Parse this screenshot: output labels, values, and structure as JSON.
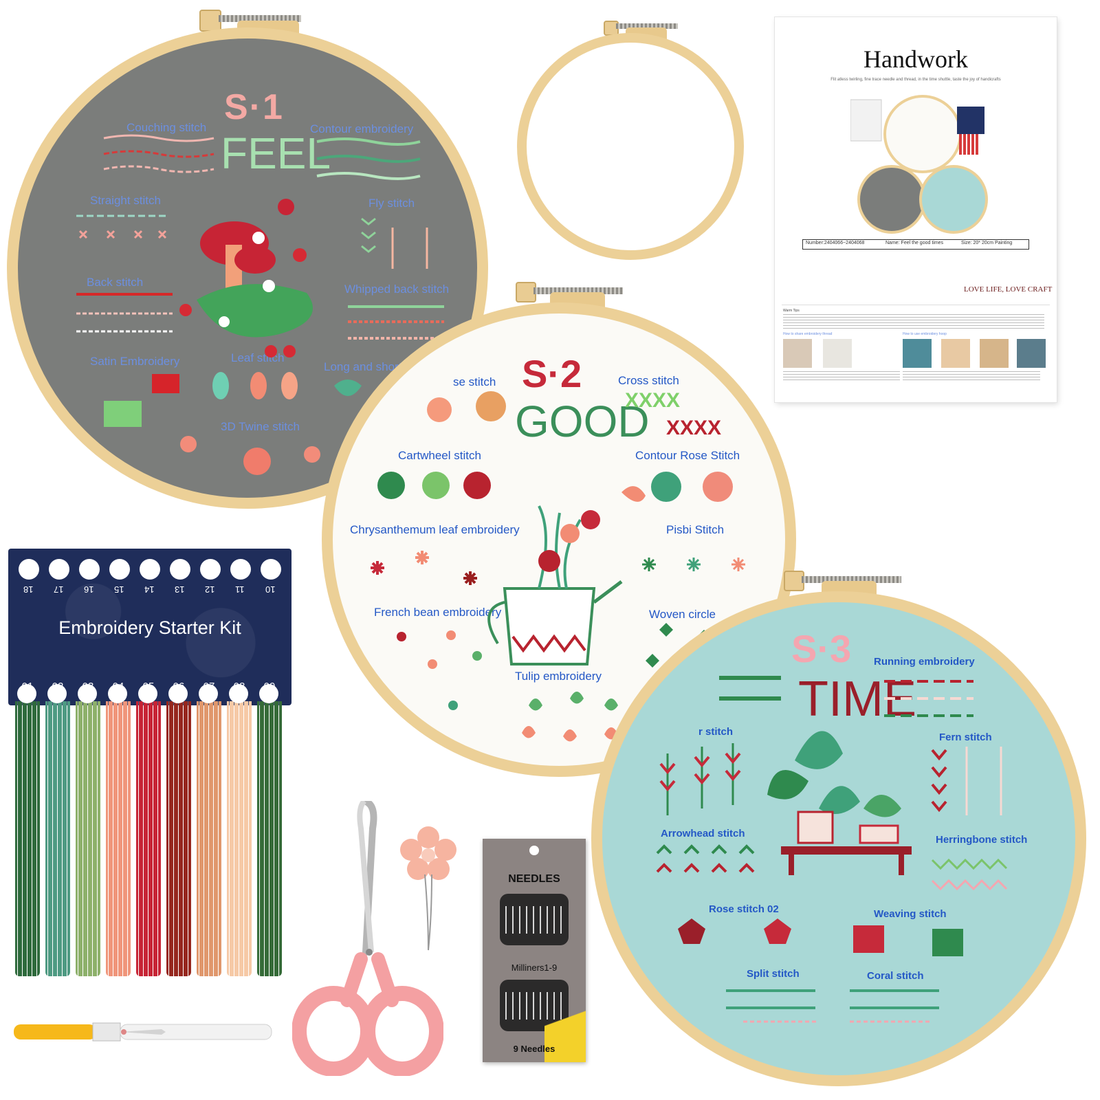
{
  "hoop1": {
    "title": "S·1",
    "word": "FEEL",
    "labels": {
      "couching": "Couching stitch",
      "contour": "Contour embroidery",
      "straight": "Straight stitch",
      "fly": "Fly stitch",
      "back": "Back stitch",
      "whipped": "Whipped back stitch",
      "satin": "Satin Embroidery",
      "leaf": "Leaf stitch",
      "long_short": "Long and short needles",
      "twine": "3D Twine stitch"
    },
    "fabric_color": "#7b7d7b"
  },
  "hoop2": {
    "title": "S·2",
    "word": "GOOD",
    "labels": {
      "rose": "se stitch",
      "cross": "Cross stitch",
      "cartwheel": "Cartwheel stitch",
      "contour_rose": "Contour Rose Stitch",
      "chrysanthemum": "Chrysanthemum leaf embroidery",
      "pisbi": "Pisbi Stitch",
      "french": "French bean embroidery",
      "woven": "Woven circle",
      "tulip": "Tulip embroidery"
    },
    "cross_marks": [
      "XXXX",
      "XXXX"
    ],
    "fabric_color": "#fbfaf6"
  },
  "hoop3": {
    "title": "S·3",
    "word": "TIME",
    "labels": {
      "running": "Running embroidery",
      "partial_stitch": "r stitch",
      "fern": "Fern stitch",
      "arrowhead": "Arrowhead stitch",
      "herringbone": "Herringbone stitch",
      "rose02": "Rose stitch 02",
      "weaving": "Weaving stitch",
      "split": "Split stitch",
      "coral": "Coral stitch"
    },
    "fabric_color": "#a9d8d6"
  },
  "manual": {
    "title": "Handwork",
    "subtitle": "Flit atless twirling, fine trace needle and thread, in the time shuttle, taste the joy of handicrafts",
    "number": "Number:2404066~2404068",
    "name": "Name:  Feel the good times",
    "size": "Size: 20* 20cm Painting",
    "slogan": "LOVE LIFE, LOVE CRAFT",
    "tips_title": "Warm Tips",
    "section1": "How to share embroidery thread",
    "section2": "How to use embroidery hoop"
  },
  "thread_card": {
    "title": "Embroidery Starter Kit",
    "top_numbers": [
      "18",
      "17",
      "16",
      "15",
      "14",
      "13",
      "12",
      "11",
      "10"
    ],
    "swatch_numbers": [
      "01",
      "02",
      "03",
      "04",
      "05",
      "06",
      "07",
      "08",
      "09"
    ],
    "thread_colors": [
      "#2e6a3c",
      "#4e9a82",
      "#8db06a",
      "#f0957a",
      "#c72435",
      "#96271e",
      "#e0976c",
      "#f6c9a6",
      "#356b38"
    ],
    "card_color": "#1f2d5a"
  },
  "needles": {
    "header": "NEEDLES",
    "type": "Milliners1-9",
    "count": "9  Needles"
  }
}
